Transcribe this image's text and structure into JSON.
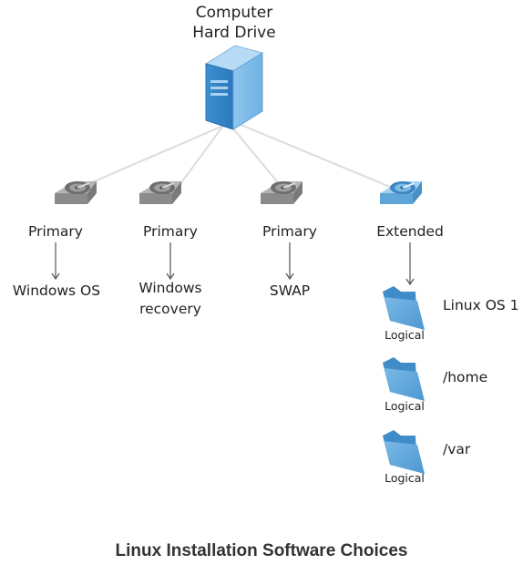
{
  "root": {
    "line1": "Computer",
    "line2": "Hard Drive"
  },
  "partitions": [
    {
      "type": "Primary",
      "content": [
        "Windows OS"
      ]
    },
    {
      "type": "Primary",
      "content": [
        "Windows",
        "recovery"
      ]
    },
    {
      "type": "Primary",
      "content": [
        "SWAP"
      ]
    },
    {
      "type": "Extended",
      "content": []
    }
  ],
  "logical": [
    {
      "label": "Logical",
      "mount": "Linux OS 1"
    },
    {
      "label": "Logical",
      "mount": "/home"
    },
    {
      "label": "Logical",
      "mount": "/var"
    }
  ],
  "caption": "Linux Installation Software Choices",
  "colors": {
    "gray_disk": "#9a9a9a",
    "blue": "#5ea5d8",
    "server": "#4a9ad6",
    "connector": "#dcdcdc",
    "arrow": "#555555"
  }
}
